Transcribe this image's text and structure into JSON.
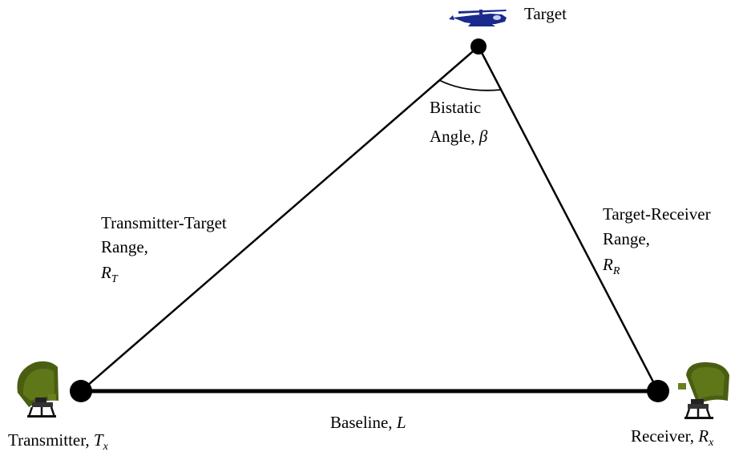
{
  "labels": {
    "target": "Target",
    "bistatic_line1": "Bistatic",
    "bistatic_line2_prefix": "Angle, ",
    "bistatic_symbol": "β",
    "tx_target_line1": "Transmitter-Target",
    "tx_target_line2": "Range,",
    "tx_target_symbol": "R",
    "tx_target_sub": "T",
    "target_rx_line1": "Target-Receiver",
    "target_rx_line2": "Range,",
    "target_rx_symbol": "R",
    "target_rx_sub": "R",
    "baseline_prefix": "Baseline, ",
    "baseline_symbol": "L",
    "transmitter_prefix": "Transmitter, ",
    "transmitter_symbol": "T",
    "transmitter_sub": "x",
    "receiver_prefix": "Receiver, ",
    "receiver_symbol": "R",
    "receiver_sub": "x"
  },
  "colors": {
    "line": "#000000",
    "node": "#000000",
    "radar_dish": "#4a5e12",
    "helicopter": "#1a2a8c"
  },
  "icons": {
    "target": "helicopter-icon",
    "transmitter": "radar-antenna-icon",
    "receiver": "radar-antenna-icon"
  }
}
